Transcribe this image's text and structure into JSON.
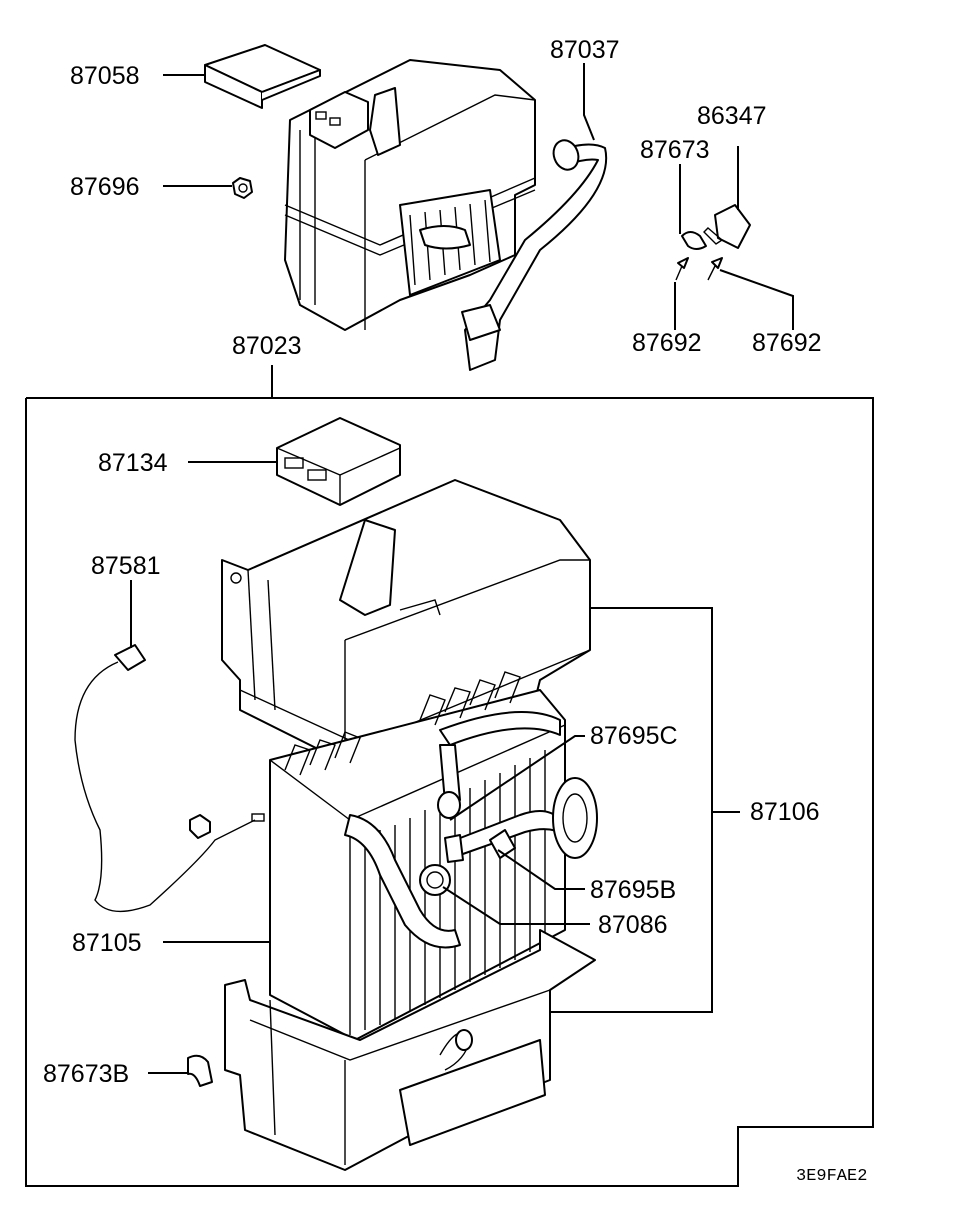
{
  "labels": {
    "p87058": "87058",
    "p87696": "87696",
    "p87037": "87037",
    "p86347": "86347",
    "p87673": "87673",
    "p87692a": "87692",
    "p87692b": "87692",
    "p87023": "87023",
    "p87134": "87134",
    "p87581": "87581",
    "p87695c": "87695C",
    "p87106": "87106",
    "p87695b": "87695B",
    "p87086": "87086",
    "p87105": "87105",
    "p87673b": "87673B"
  },
  "diagram_code": "3E9FAE2"
}
